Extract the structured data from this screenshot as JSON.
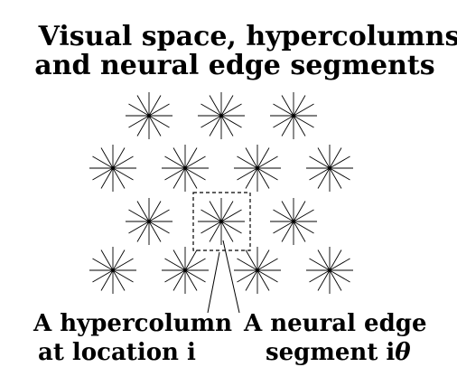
{
  "title": {
    "line1": "Visual space, hypercolumns",
    "line2": "and neural edge segments"
  },
  "callouts": {
    "hypercolumn_line1": "A hypercolumn",
    "hypercolumn_line2": "at location i",
    "segment_line1": "A neural edge",
    "segment_line2_prefix": "segment i",
    "segment_line2_symbol": "θ"
  },
  "hypercolumns": {
    "rows": [
      {
        "count": 3
      },
      {
        "count": 4
      },
      {
        "count": 3
      },
      {
        "count": 4
      }
    ],
    "segments_per_hypercolumn": 12,
    "highlighted": {
      "row": 2,
      "col": 1
    }
  },
  "colors": {
    "ink": "#000000",
    "background": "#ffffff"
  }
}
